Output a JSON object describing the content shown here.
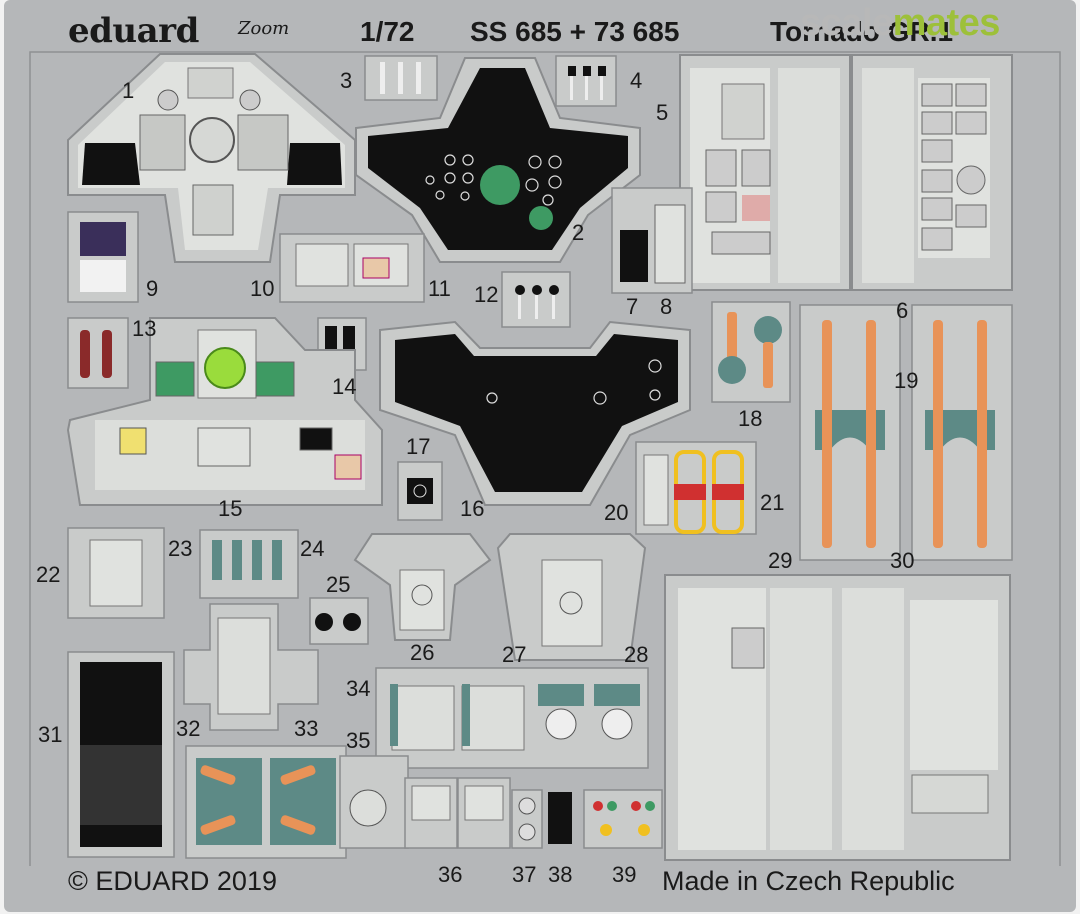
{
  "header": {
    "brand": "eduard",
    "logo_text": "Zoom",
    "scale": "1/72",
    "codes": "SS 685 + 73 685",
    "kit_title": "Tornado GR.1"
  },
  "watermark": {
    "part1": "scale",
    "part2": "mates"
  },
  "footer": {
    "copyright": "© EDUARD 2019",
    "origin": "Made in Czech Republic"
  },
  "parts": [
    "1",
    "2",
    "3",
    "4",
    "5",
    "6",
    "7",
    "8",
    "9",
    "10",
    "11",
    "12",
    "13",
    "14",
    "15",
    "16",
    "17",
    "18",
    "19",
    "20",
    "21",
    "22",
    "23",
    "24",
    "25",
    "26",
    "27",
    "28",
    "29",
    "30",
    "31",
    "32",
    "33",
    "34",
    "35",
    "36",
    "37",
    "38",
    "39"
  ],
  "colors": {
    "fret": "#b5b7b9",
    "background": "#f2f2f2",
    "panel_light": "#dcdedb",
    "panel_black": "#111111",
    "green": "#3e9a63",
    "orange": "#e89358",
    "teal": "#5d8a86",
    "harness_red": "#8a2a2a",
    "buckle_yellow": "#f0c020",
    "buckle_red": "#d03030",
    "purple": "#3a2f5a",
    "watermark_grey": "#b8b8b8",
    "watermark_green": "#9dc03a"
  }
}
